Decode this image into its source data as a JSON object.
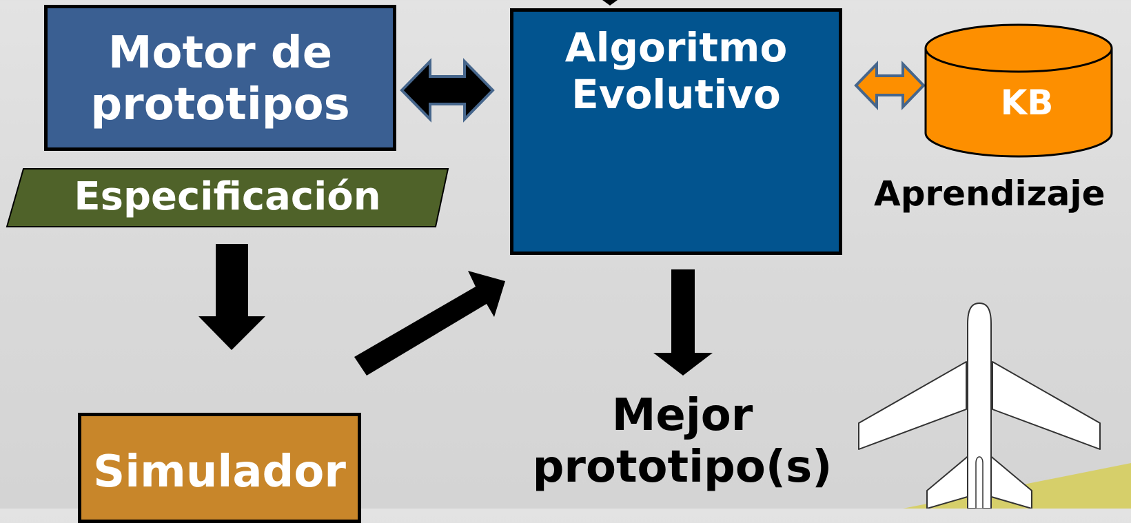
{
  "diagram": {
    "motor": "Motor de\nprototipos",
    "especificacion": "Especificación",
    "algoritmo": "Algoritmo\nEvolutivo",
    "kb": "KB",
    "aprendizaje": "Aprendizaje",
    "simulador": "Simulador",
    "mejor": "Mejor\nprototipo(s)"
  },
  "colors": {
    "motor": "#3a5f92",
    "especificacion": "#4f6229",
    "algoritmo": "#02548f",
    "kb": "#fd8f00",
    "simulador": "#c8862a",
    "arrow_outline": "#46668c",
    "ground": "#d6cf6a"
  },
  "icons": {
    "cycle": "recycle-arrows-icon",
    "airplane": "airplane-icon"
  }
}
